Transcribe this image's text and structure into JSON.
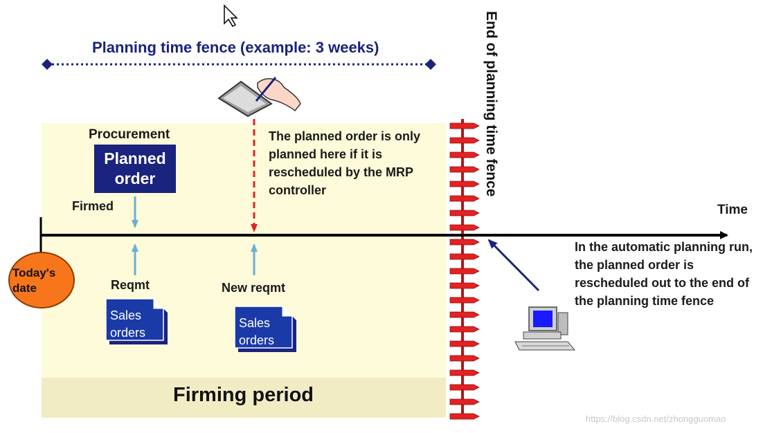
{
  "diagram": {
    "fence_title": "Planning time fence (example: 3 weeks)",
    "end_of_fence_label": "End of planning time fence",
    "procurement_label": "Procurement",
    "planned_order": [
      "Planned",
      "order"
    ],
    "firmed_label": "Firmed",
    "reqmt_label": "Reqmt",
    "new_reqmt_label": "New reqmt",
    "sales_orders": [
      "Sales",
      "orders"
    ],
    "manual_note": "The planned order is only planned here if it is rescheduled by the MRP controller",
    "auto_note": "In the automatic planning run, the planned order is rescheduled out to the end of the planning time fence",
    "time_label": "Time",
    "firming_period": "Firming period",
    "todays_date": "Today's date",
    "watermark": "https://blog.csdn.net/zhongguomao",
    "colors": {
      "firming_zone": "#fdfbd9",
      "firming_band": "#f2ecc5",
      "navy": "#1a237e",
      "today_circle": "#f7761c",
      "fence_red": "#e32222",
      "firmed_arrow": "#6aaed6",
      "manual_arrow": "#e32222",
      "auto_arrow": "#1a237e"
    }
  }
}
